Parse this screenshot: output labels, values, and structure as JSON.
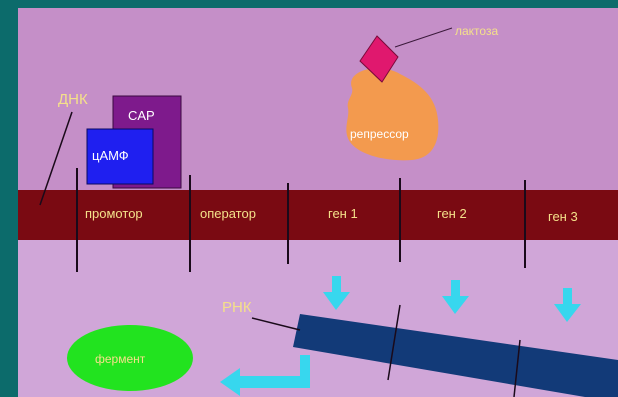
{
  "labels": {
    "dna": "ДНК",
    "cap": "CAP",
    "camp": "цАМФ",
    "lactose": "лактоза",
    "repressor": "репрессор",
    "rna": "РНК",
    "enzyme": "фермент"
  },
  "dna_segments": [
    "промотор",
    "оператор",
    "ген 1",
    "ген 2",
    "ген 3"
  ],
  "colors": {
    "frame": "#0c6b6b",
    "upper_bg": "#c58fc8",
    "lower_bg": "#d0a6d8",
    "dna_band": "#7a0a12",
    "cap": "#7e1a8c",
    "camp": "#1f1ff0",
    "repressor": "#f39a4e",
    "lactose": "#e0186e",
    "rna": "#123a78",
    "arrow": "#37d7ee",
    "enzyme": "#22e31f",
    "label_yellow": "#f4e08a",
    "label_white": "#ffffff"
  }
}
